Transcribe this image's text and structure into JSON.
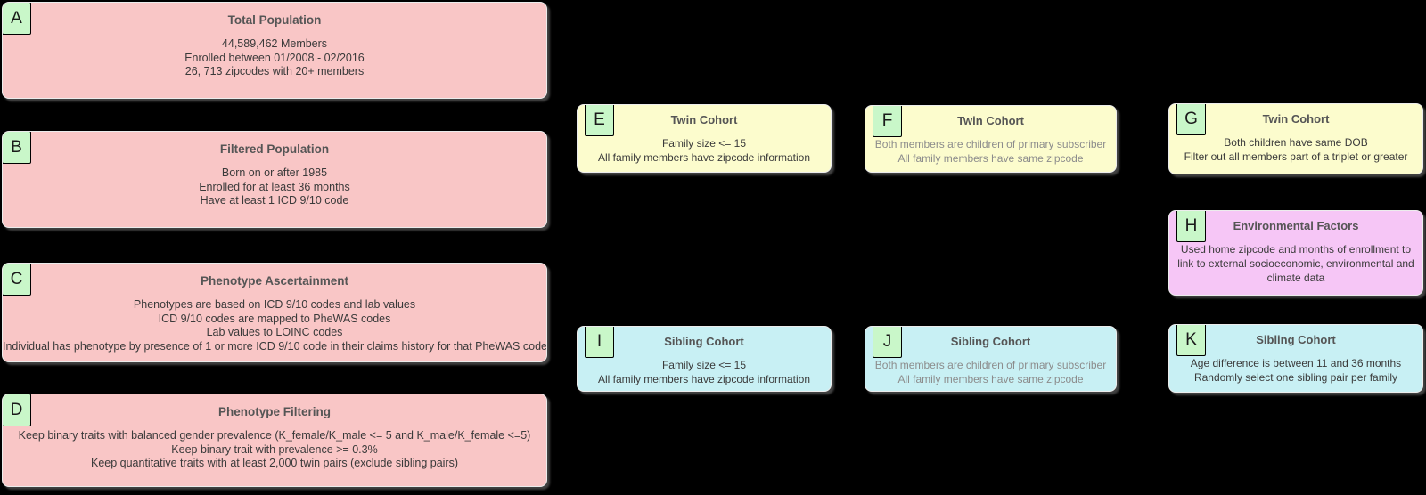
{
  "diagram": {
    "background": "#000000",
    "palette": {
      "pink": "#f9c6c6",
      "yellow": "#fcfccd",
      "cyan": "#c8f0f4",
      "magenta": "#f6c6f6",
      "label_green": "#c9f7c9",
      "box_border": "#ececec",
      "label_border": "#000000",
      "title_text": "#555555",
      "body_text": "#3a3a3a",
      "muted_body_text": "#8c8c8c"
    },
    "boxes": [
      {
        "id": "A",
        "name": "total-population",
        "color": "pink",
        "size": "lg",
        "title": "Total Population",
        "lines": [
          "44,589,462 Members",
          "Enrolled between 01/2008 - 02/2016",
          "26, 713 zipcodes with 20+ members"
        ]
      },
      {
        "id": "B",
        "name": "filtered-population",
        "color": "pink",
        "size": "lg",
        "title": "Filtered Population",
        "lines": [
          "Born on or after 1985",
          "Enrolled for at least 36 months",
          "Have at least 1 ICD 9/10 code"
        ]
      },
      {
        "id": "C",
        "name": "phenotype-ascertainment",
        "color": "pink",
        "size": "lg",
        "title": "Phenotype Ascertainment",
        "lines": [
          "Phenotypes are based on ICD 9/10 codes and lab values",
          "ICD 9/10 codes are mapped to PheWAS codes",
          "Lab values to LOINC codes",
          "Individual has phenotype by presence of 1 or more ICD 9/10 code in their claims history for that PheWAS code"
        ]
      },
      {
        "id": "D",
        "name": "phenotype-filtering",
        "color": "pink",
        "size": "lg",
        "title": "Phenotype Filtering",
        "lines": [
          "Keep binary traits with balanced gender prevalence (K_female/K_male <= 5 and K_male/K_female <=5)",
          "Keep binary trait with prevalence >= 0.3%",
          "Keep quantitative traits with at least 2,000 twin pairs (exclude sibling pairs)"
        ]
      },
      {
        "id": "E",
        "name": "twin-cohort-1",
        "color": "yellow",
        "size": "sm",
        "title": "Twin Cohort",
        "lines": [
          "Family size <= 15",
          "All family members have zipcode information"
        ]
      },
      {
        "id": "F",
        "name": "twin-cohort-2",
        "color": "yellow",
        "size": "sm",
        "muted": true,
        "title": "Twin Cohort",
        "lines": [
          "Both members are children of primary subscriber",
          "All family members have same zipcode"
        ]
      },
      {
        "id": "G",
        "name": "twin-cohort-3",
        "color": "yellow",
        "size": "sm",
        "title": "Twin Cohort",
        "lines": [
          "Both children have same DOB",
          "Filter out all members part of a triplet or greater"
        ]
      },
      {
        "id": "H",
        "name": "environmental-factors",
        "color": "magenta",
        "size": "sm",
        "title": "Environmental Factors",
        "lines": [
          "Used home zipcode and months of enrollment to",
          "link to external socioeconomic, environmental and",
          "climate data"
        ]
      },
      {
        "id": "I",
        "name": "sibling-cohort-1",
        "color": "cyan",
        "size": "sm",
        "title": "Sibling Cohort",
        "lines": [
          "Family size <= 15",
          "All family members have zipcode information"
        ]
      },
      {
        "id": "J",
        "name": "sibling-cohort-2",
        "color": "cyan",
        "size": "sm",
        "muted": true,
        "title": "Sibling Cohort",
        "lines": [
          "Both members are children of primary subscriber",
          "All family members have same zipcode"
        ]
      },
      {
        "id": "K",
        "name": "sibling-cohort-3",
        "color": "cyan",
        "size": "sm",
        "title": "Sibling Cohort",
        "lines": [
          "Age difference is between 11 and 36 months",
          "Randomly select one sibling pair per family"
        ]
      }
    ]
  }
}
